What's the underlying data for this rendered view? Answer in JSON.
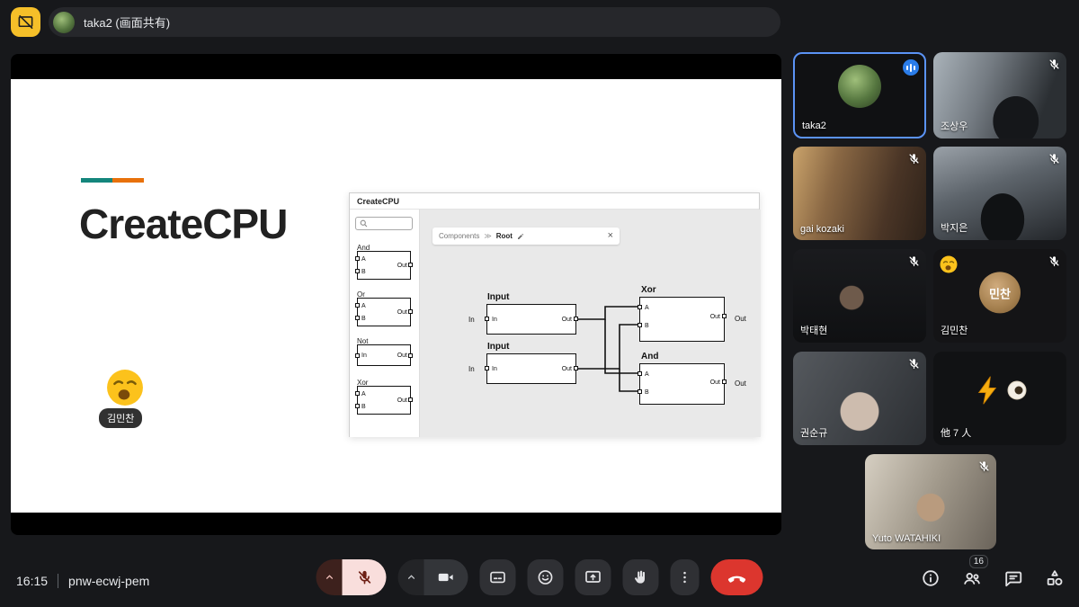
{
  "top_bar": {
    "presenting_label": "taka2 (画面共有)"
  },
  "slide": {
    "title": "CreateCPU",
    "reaction": {
      "name": "김민찬"
    }
  },
  "app": {
    "title": "CreateCPU",
    "breadcrumb": {
      "section": "Components",
      "page": "Root"
    },
    "pin": {
      "a": "A",
      "b": "B",
      "in": "In",
      "out": "Out"
    },
    "palette": [
      {
        "name": "And"
      },
      {
        "name": "Or"
      },
      {
        "name": "Not"
      },
      {
        "name": "Xor"
      }
    ],
    "nodes": {
      "input1": "Input",
      "input2": "Input",
      "xor": "Xor",
      "and": "And"
    }
  },
  "icons": {
    "breadcrumb_separator": "≫",
    "close": "×"
  },
  "participants": [
    {
      "name": "taka2",
      "active": true,
      "muted": false
    },
    {
      "name": "조상우",
      "muted": true
    },
    {
      "name": "gai kozaki",
      "muted": true
    },
    {
      "name": "박지은",
      "muted": true
    },
    {
      "name": "박태현",
      "muted": true
    },
    {
      "name": "김민찬",
      "muted": true,
      "avatar_text": "민찬"
    },
    {
      "name": "권순규",
      "muted": true
    },
    {
      "name": "他 7 人",
      "muted": false
    },
    {
      "name": "Yuto WATAHIKI",
      "muted": true
    }
  ],
  "bottom_bar": {
    "time": "16:15",
    "meeting_code": "pnw-ecwj-pem",
    "participant_count": "16"
  },
  "colors": {
    "accent_blue": "#5b93f5",
    "mic_muted_bg": "#f9dedc",
    "mic_muted_icon": "#6e1f14",
    "end_call": "#dc362e",
    "share_button": "#f5bf29",
    "slide_accent_teal": "#14867c",
    "slide_accent_orange": "#e8710a"
  }
}
